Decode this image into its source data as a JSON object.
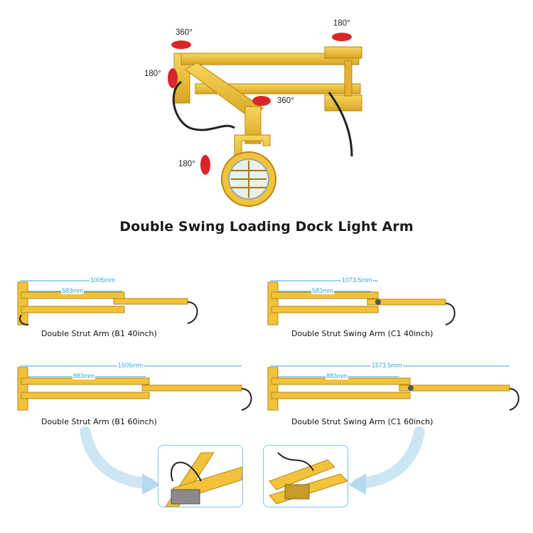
{
  "hero": {
    "rotation_labels": [
      "360°",
      "180°",
      "180°",
      "360°",
      "180°"
    ]
  },
  "title": "Double Swing Loading Dock Light Arm",
  "variants": [
    {
      "total": "1005mm",
      "inner": "583mm",
      "caption": "Double Strut Arm  (B1 40inch)"
    },
    {
      "total": "1073.5mm",
      "inner": "583mm",
      "caption": "Double Strut Swing Arm  (C1 40inch)"
    },
    {
      "total": "1505mm",
      "inner": "883mm",
      "caption": "Double Strut Arm  (B1 60inch)"
    },
    {
      "total": "1573.5mm",
      "inner": "883mm",
      "caption": "Double Strut Swing Arm  (C1 60inch)"
    }
  ],
  "colors": {
    "arm": "#f2c23a",
    "arm_dark": "#c9951c",
    "dimension": "#3aa6d8",
    "rotation_arrow": "#d8262b",
    "callout": "#7cc4e6"
  }
}
